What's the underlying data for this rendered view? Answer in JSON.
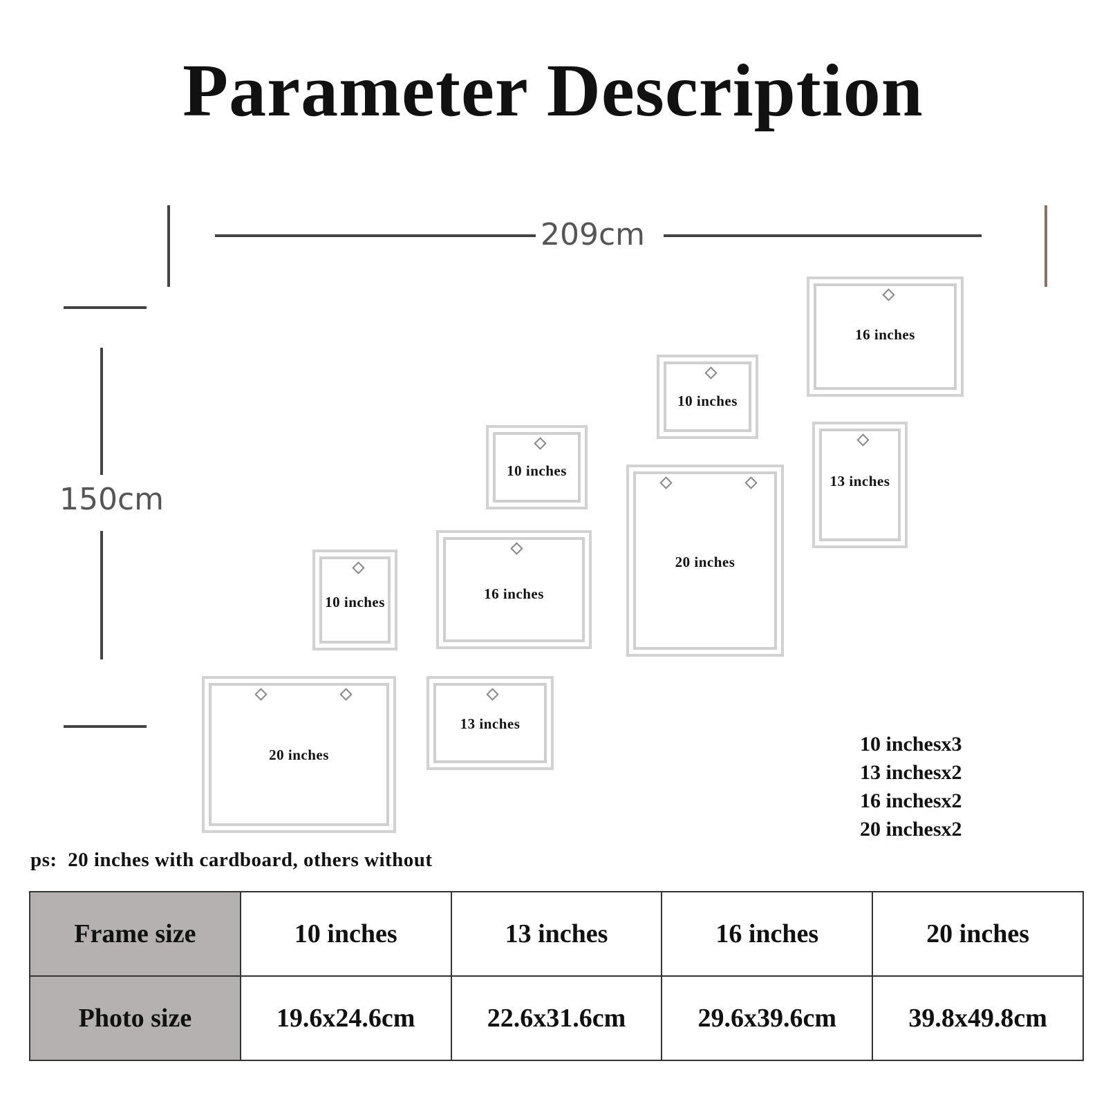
{
  "title": "Parameter Description",
  "dimensions": {
    "width": "209cm",
    "height": "150cm"
  },
  "frames": [
    {
      "id": "f16-top",
      "label": "16 inches",
      "hooks": 1
    },
    {
      "id": "f10-upper",
      "label": "10 inches",
      "hooks": 1
    },
    {
      "id": "f13-right",
      "label": "13 inches",
      "hooks": 1
    },
    {
      "id": "f10-mid",
      "label": "10 inches",
      "hooks": 1
    },
    {
      "id": "f20-center",
      "label": "20 inches",
      "hooks": 2
    },
    {
      "id": "f10-left",
      "label": "10 inches",
      "hooks": 1
    },
    {
      "id": "f16-mid",
      "label": "16 inches",
      "hooks": 1
    },
    {
      "id": "f20-bottom",
      "label": "20 inches",
      "hooks": 2
    },
    {
      "id": "f13-bottom",
      "label": "13 inches",
      "hooks": 1
    }
  ],
  "summary": [
    "10 inchesx3",
    "13 inchesx2",
    "16 inchesx2",
    "20 inchesx2"
  ],
  "note": "ps:  20 inches with cardboard, others without",
  "table": {
    "rows": [
      {
        "header": "Frame size",
        "cells": [
          "10 inches",
          "13 inches",
          "16 inches",
          "20 inches"
        ]
      },
      {
        "header": "Photo size",
        "cells": [
          "19.6x24.6cm",
          "22.6x31.6cm",
          "29.6x39.6cm",
          "39.8x49.8cm"
        ]
      }
    ]
  },
  "colors": {
    "table_header_bg": "#b4b1b0",
    "frame_border": "#d2d2d2",
    "dimension_line": "#444444"
  }
}
